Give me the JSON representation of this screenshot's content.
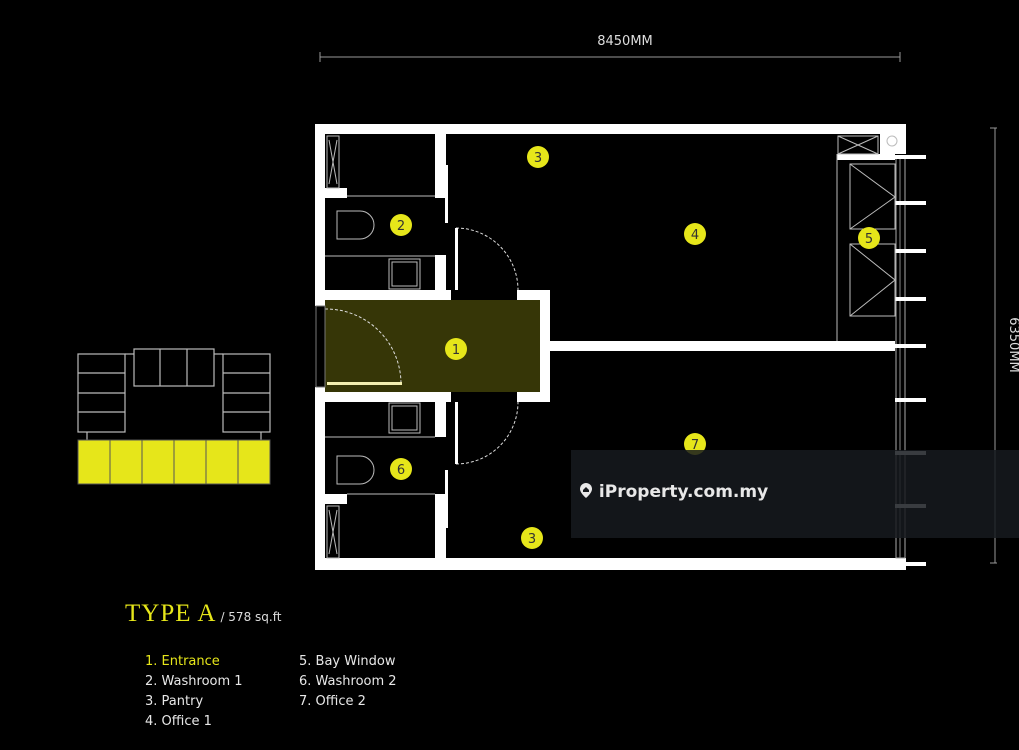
{
  "plan": {
    "type_label": "TYPE A",
    "area": "/ 578 sq.ft",
    "width_dimension": "8450MM",
    "depth_dimension": "6350MM"
  },
  "markers": [
    "1",
    "2",
    "3",
    "4",
    "5",
    "6",
    "7",
    "3"
  ],
  "legend": {
    "col1": [
      "1. Entrance",
      "2. Washroom 1",
      "3. Pantry",
      "4. Office 1"
    ],
    "col2": [
      "5. Bay Window",
      "6. Washroom 2",
      "7. Office 2"
    ]
  },
  "watermark": {
    "text": "iProperty.com.my",
    "icon": "map-pin-icon"
  },
  "colors": {
    "accent": "#e6e61a",
    "entrance_fill": "#363607",
    "wall": "#ffffff"
  }
}
